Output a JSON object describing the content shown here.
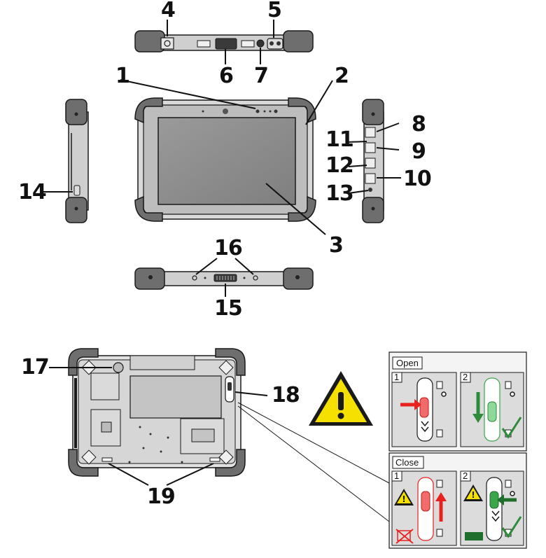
{
  "callouts": {
    "c1": "1",
    "c2": "2",
    "c3": "3",
    "c4": "4",
    "c5": "5",
    "c6": "6",
    "c7": "7",
    "c8": "8",
    "c9": "9",
    "c10": "10",
    "c11": "11",
    "c12": "12",
    "c13": "13",
    "c14": "14",
    "c15": "15",
    "c16": "16",
    "c17": "17",
    "c18": "18",
    "c19": "19"
  },
  "instructions": {
    "open_label": "Open",
    "close_label": "Close",
    "step1": "1",
    "step2": "2"
  },
  "colors": {
    "outline": "#1a1a1a",
    "frame": "#b9b9b9",
    "bumper": "#6e6e6e",
    "screen": "#8d8d8d",
    "warning_yellow": "#f5e000",
    "red": "#e8201e",
    "green": "#2e8b3a"
  }
}
